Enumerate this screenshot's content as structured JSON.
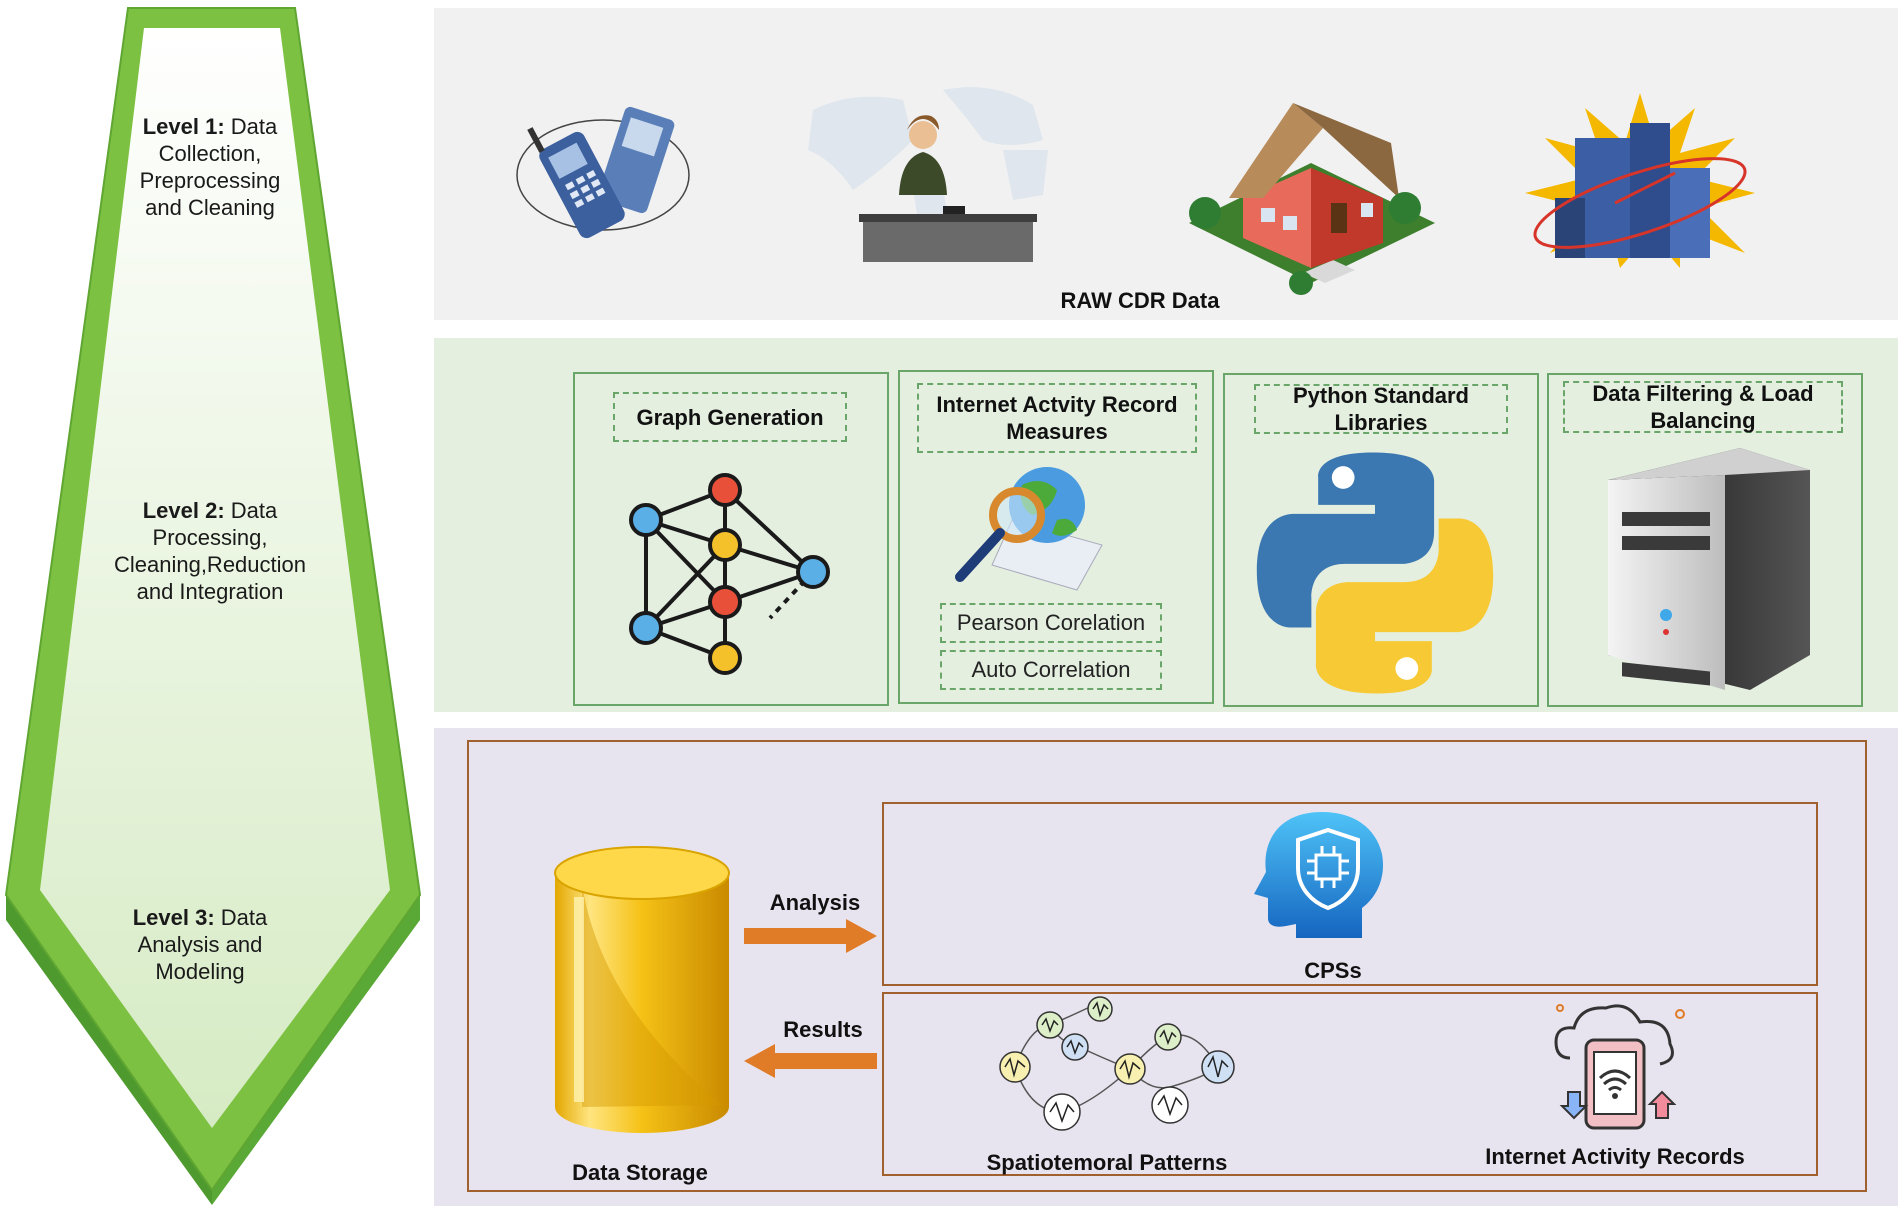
{
  "levels": [
    {
      "bold": "Level 1:",
      "rest_1": " Data",
      "rest_2": "Collection,",
      "rest_3": "Preprocessing",
      "rest_4": "and Cleaning"
    },
    {
      "bold": "Level 2:",
      "rest_1": " Data",
      "rest_2": "Processing,",
      "rest_3": "Cleaning,Reduction",
      "rest_4": "and Integration"
    },
    {
      "bold": "Level 3:",
      "rest_1": " Data",
      "rest_2": "Analysis and",
      "rest_3": "Modeling"
    }
  ],
  "top_panel": {
    "title": "RAW CDR Data"
  },
  "middle_panel": {
    "cards": [
      {
        "title": "Graph Generation"
      },
      {
        "title_1": "Internet Actvity Record",
        "title_2": "Measures",
        "sub_1": "Pearson Corelation",
        "sub_2": "Auto Correlation"
      },
      {
        "title_1": "Python Standard",
        "title_2": "Libraries"
      },
      {
        "title_1": "Data Filtering & Load",
        "title_2": "Balancing"
      }
    ]
  },
  "bottom_panel": {
    "storage_label": "Data Storage",
    "analysis_label": "Analysis",
    "results_label": "Results",
    "cps_label": "CPSs",
    "patterns_label": "Spatiotemoral Patterns",
    "records_label": "Internet Activity Records"
  },
  "colors": {
    "arrow_green": "#7dc142",
    "arrow_fill": "#e8f2dc",
    "panel_grey": "#f1f1f1",
    "panel_green": "#e4efe0",
    "panel_lavender": "#e8e4ef",
    "accent_orange": "#e07b28",
    "brown_border": "#a0612f"
  }
}
